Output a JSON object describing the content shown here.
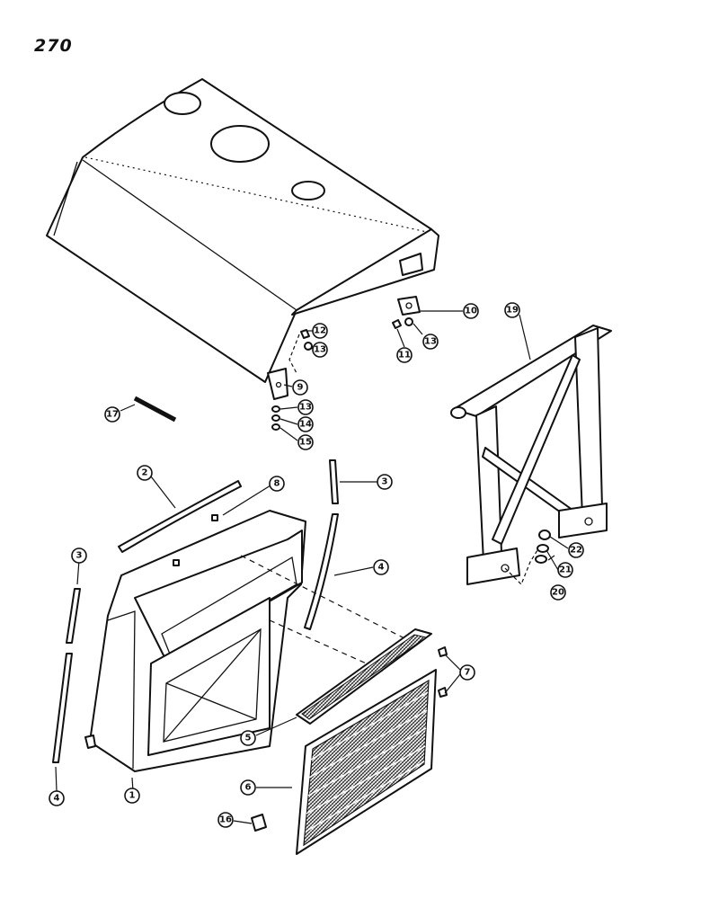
{
  "page_number": "270",
  "callouts": {
    "c1": "1",
    "c2": "2",
    "c3a": "3",
    "c3b": "3",
    "c4a": "4",
    "c4b": "4",
    "c5": "5",
    "c6": "6",
    "c7": "7",
    "c8": "8",
    "c9": "9",
    "c10": "10",
    "c11": "11",
    "c12": "12",
    "c13a": "13",
    "c13b": "13",
    "c13c": "13",
    "c14": "14",
    "c15": "15",
    "c16": "16",
    "c17": "17",
    "c19": "19",
    "c20": "20",
    "c21": "21",
    "c22": "22"
  }
}
